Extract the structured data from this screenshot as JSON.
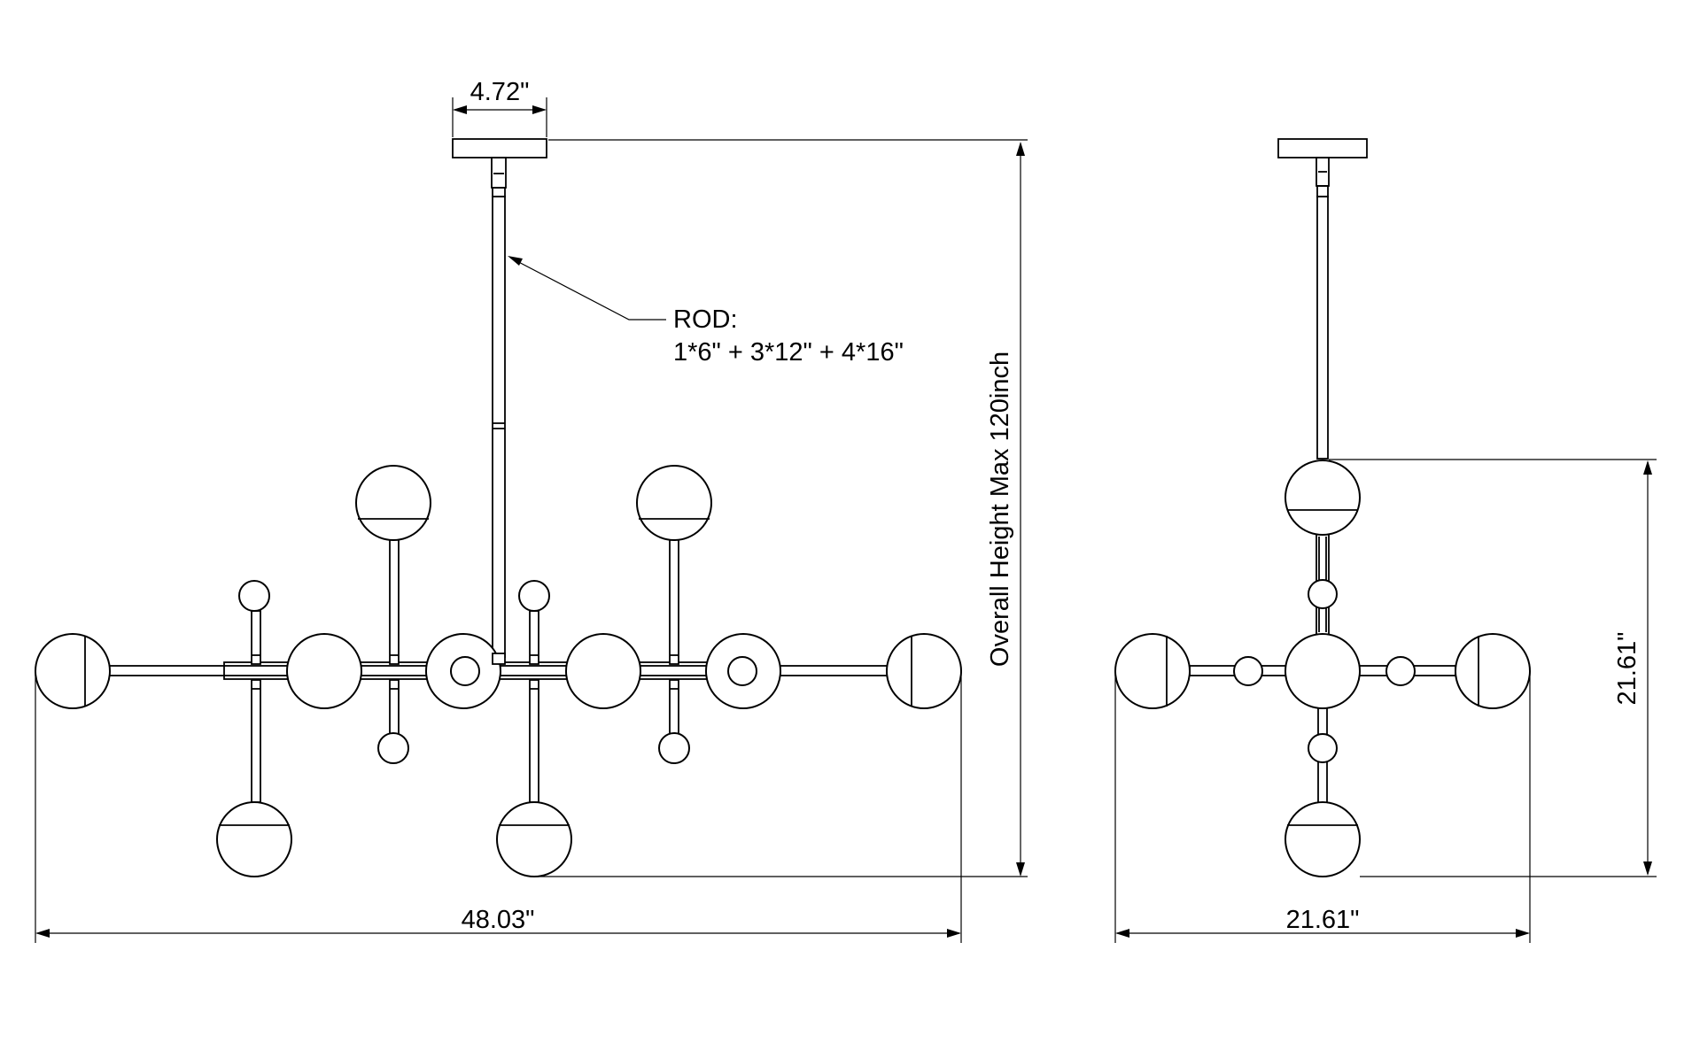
{
  "dimensions": {
    "canopy_width": "4.72\"",
    "rod_title": "ROD:",
    "rod_spec": "1*6\" + 3*12\" + 4*16\"",
    "overall_height": "Overall Height Max 120inch",
    "front_width": "48.03\"",
    "side_width": "21.61\"",
    "side_height": "21.61\""
  }
}
